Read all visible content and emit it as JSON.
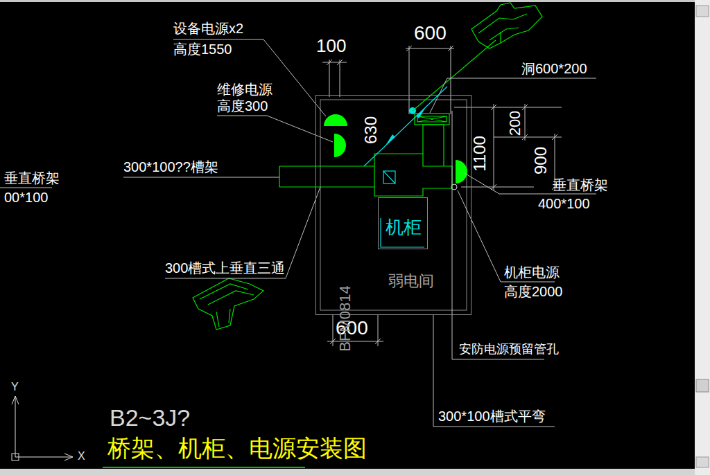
{
  "diagram": {
    "title": "桥架、机柜、电源安装图",
    "nodes": [
      {
        "text": [
          "BFM0814",
          "弱电间"
        ]
      },
      {
        "text": [
          "机柜"
        ],
        "in": 0
      }
    ],
    "labels": [
      "设备电源x2",
      "高度1550",
      "100",
      "600",
      "维修电源",
      "高度300",
      "洞600*200",
      "630",
      "200",
      "900",
      "1100",
      "300*100??槽架",
      "垂直桥架",
      "00*100",
      "垂直桥架",
      "400*100",
      "300槽式上垂直三通",
      "机柜电源",
      "高度2000",
      "600",
      "安防电源预留管孔",
      "300*100槽式平弯",
      "B2~3J?",
      "Y",
      "X"
    ]
  }
}
